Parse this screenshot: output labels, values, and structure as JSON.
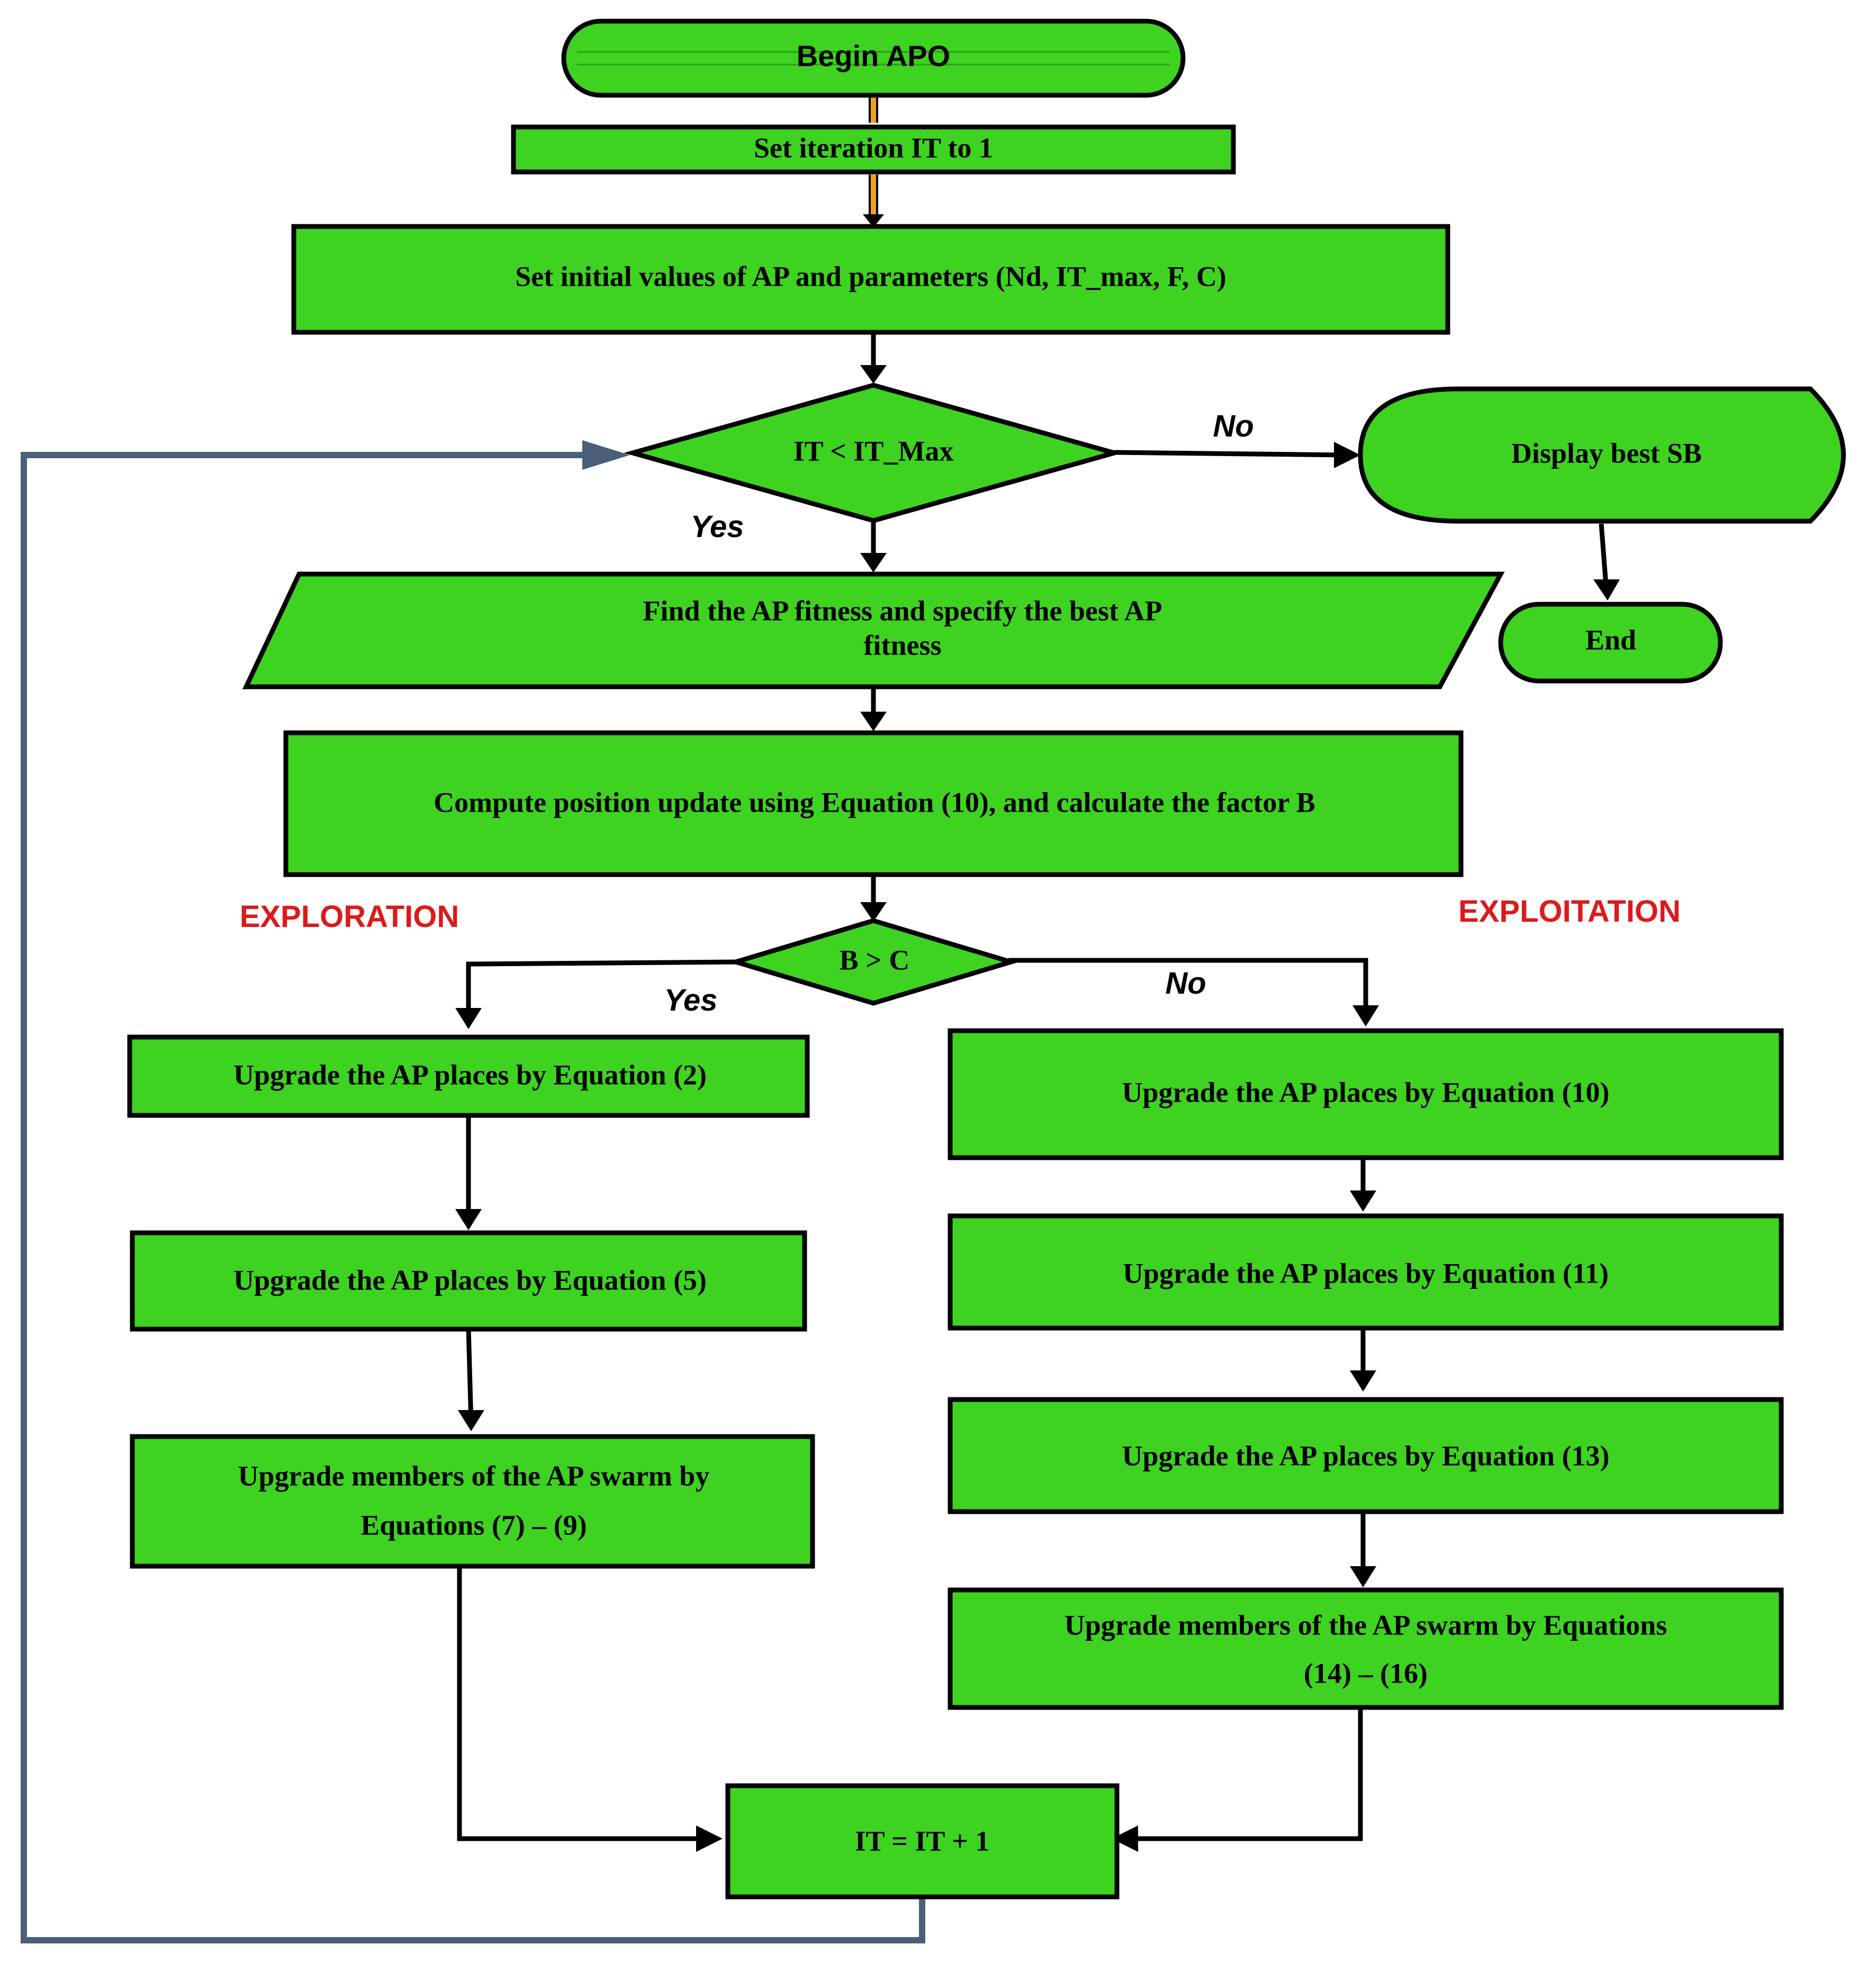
{
  "nodes": {
    "begin": "Begin APO",
    "set_iteration": "Set iteration IT to 1",
    "set_initial": "Set initial values of AP and parameters (Nd, IT_max, F, C)",
    "check_it": "IT < IT_Max",
    "display_best": "Display best SB",
    "end": "End",
    "find_fitness": [
      "Find the AP fitness and specify the best AP",
      "fitness"
    ],
    "compute_position": "Compute position update using Equation (10), and calculate the factor B",
    "check_b": "B > C",
    "upgrade_eq2": "Upgrade the AP places by Equation (2)",
    "upgrade_eq5": "Upgrade the AP places by Equation (5)",
    "upgrade_swarm_7_9": [
      "Upgrade members of the AP swarm by",
      "Equations (7) – (9)"
    ],
    "upgrade_eq10": "Upgrade the AP places by Equation (10)",
    "upgrade_eq11": "Upgrade the AP places by Equation (11)",
    "upgrade_eq13": "Upgrade the AP places by Equation (13)",
    "upgrade_swarm_14_16": [
      "Upgrade members of the AP swarm by  Equations",
      "(14) – (16)"
    ],
    "increment": "IT = IT + 1"
  },
  "edge_labels": {
    "it_no": "No",
    "it_yes": "Yes",
    "b_yes": "Yes",
    "b_no": "No"
  },
  "phase_labels": {
    "exploration": "EXPLORATION",
    "exploitation": "EXPLOITATION"
  },
  "colors": {
    "node_fill": "#3ed321",
    "stroke": "#000000",
    "loop_line": "#4a5f78",
    "phase_text": "#dd1a1a",
    "start_arrow": "#f0a020"
  }
}
